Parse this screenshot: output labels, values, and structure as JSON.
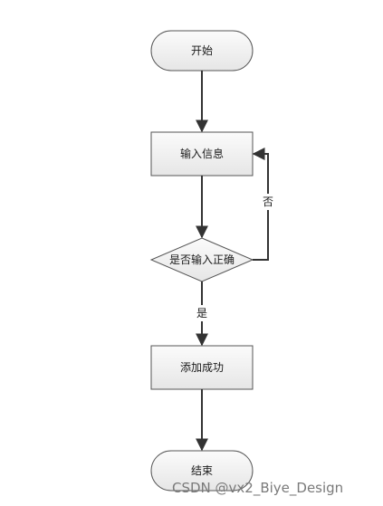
{
  "flowchart": {
    "nodes": {
      "start": "开始",
      "input": "输入信息",
      "decision": "是否输入正确",
      "success": "添加成功",
      "end": "结束"
    },
    "edges": {
      "no_label": "否",
      "yes_label": "是"
    }
  },
  "watermark": "CSDN @vx2_Biye_Design"
}
